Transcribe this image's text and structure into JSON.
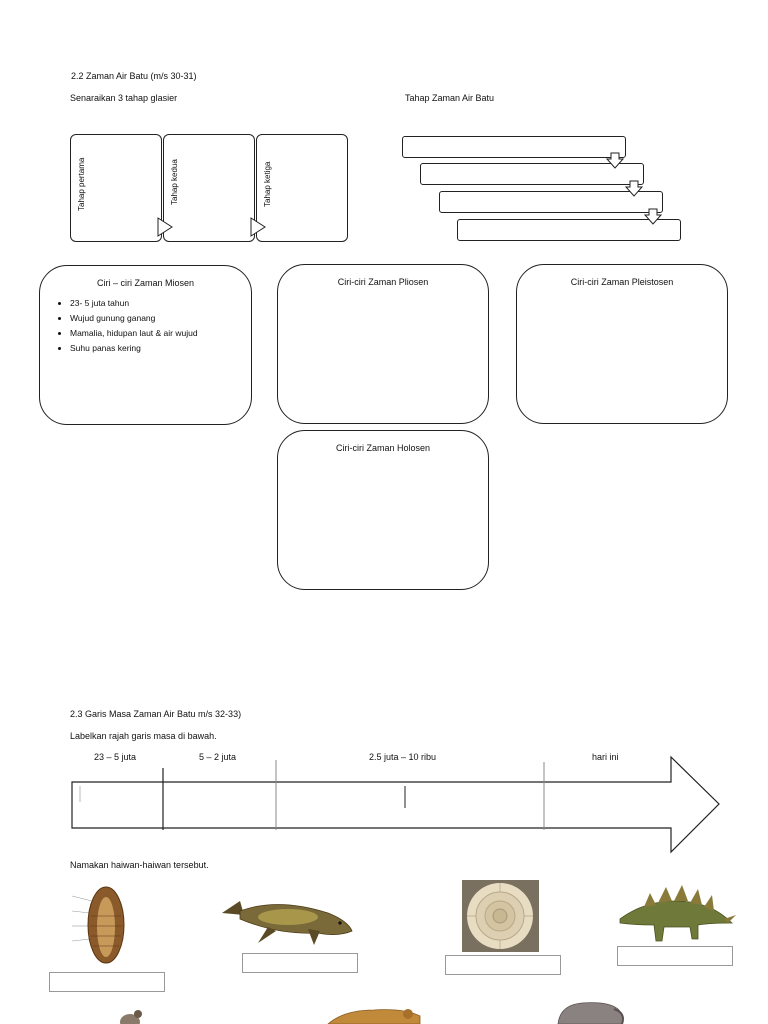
{
  "section1": {
    "heading": "2.2 Zaman Air Batu (m/s 30-31)",
    "list_prompt": "Senaraikan 3 tahap glasier",
    "stages_prompt": "Tahap Zaman Air Batu",
    "stages": [
      "Tahap  pertama",
      "Tahap  kedua",
      "Tahap  ketiga"
    ]
  },
  "panels": {
    "miosen": {
      "title": "Ciri – ciri Zaman Miosen",
      "bullets": [
        "23- 5 juta tahun",
        "Wujud gunung ganang",
        "Mamalia, hidupan laut & air wujud",
        "Suhu panas kering"
      ]
    },
    "pliosen": {
      "title": "Ciri-ciri Zaman Pliosen"
    },
    "pleistosen": {
      "title": "Ciri-ciri Zaman Pleistosen"
    },
    "holosen": {
      "title": "Ciri-ciri Zaman Holosen"
    }
  },
  "section2": {
    "heading": "2.3 Garis Masa Zaman Air Batu m/s 32-33)",
    "prompt": "Labelkan rajah garis masa di bawah.",
    "timeline_labels": [
      "23 – 5 juta",
      "5 – 2 juta",
      "2.5 juta – 10 ribu",
      "hari ini"
    ],
    "animals_prompt": "Namakan haiwan-haiwan tersebut."
  },
  "animals": [
    "trilobite-icon",
    "fish-icon",
    "ammonite-icon",
    "stegosaurus-icon",
    "bird-icon",
    "sabertooth-icon",
    "mammoth-icon"
  ],
  "colors": {
    "line": "#222222",
    "answer_border": "#999999",
    "fossil": "#b08850"
  }
}
